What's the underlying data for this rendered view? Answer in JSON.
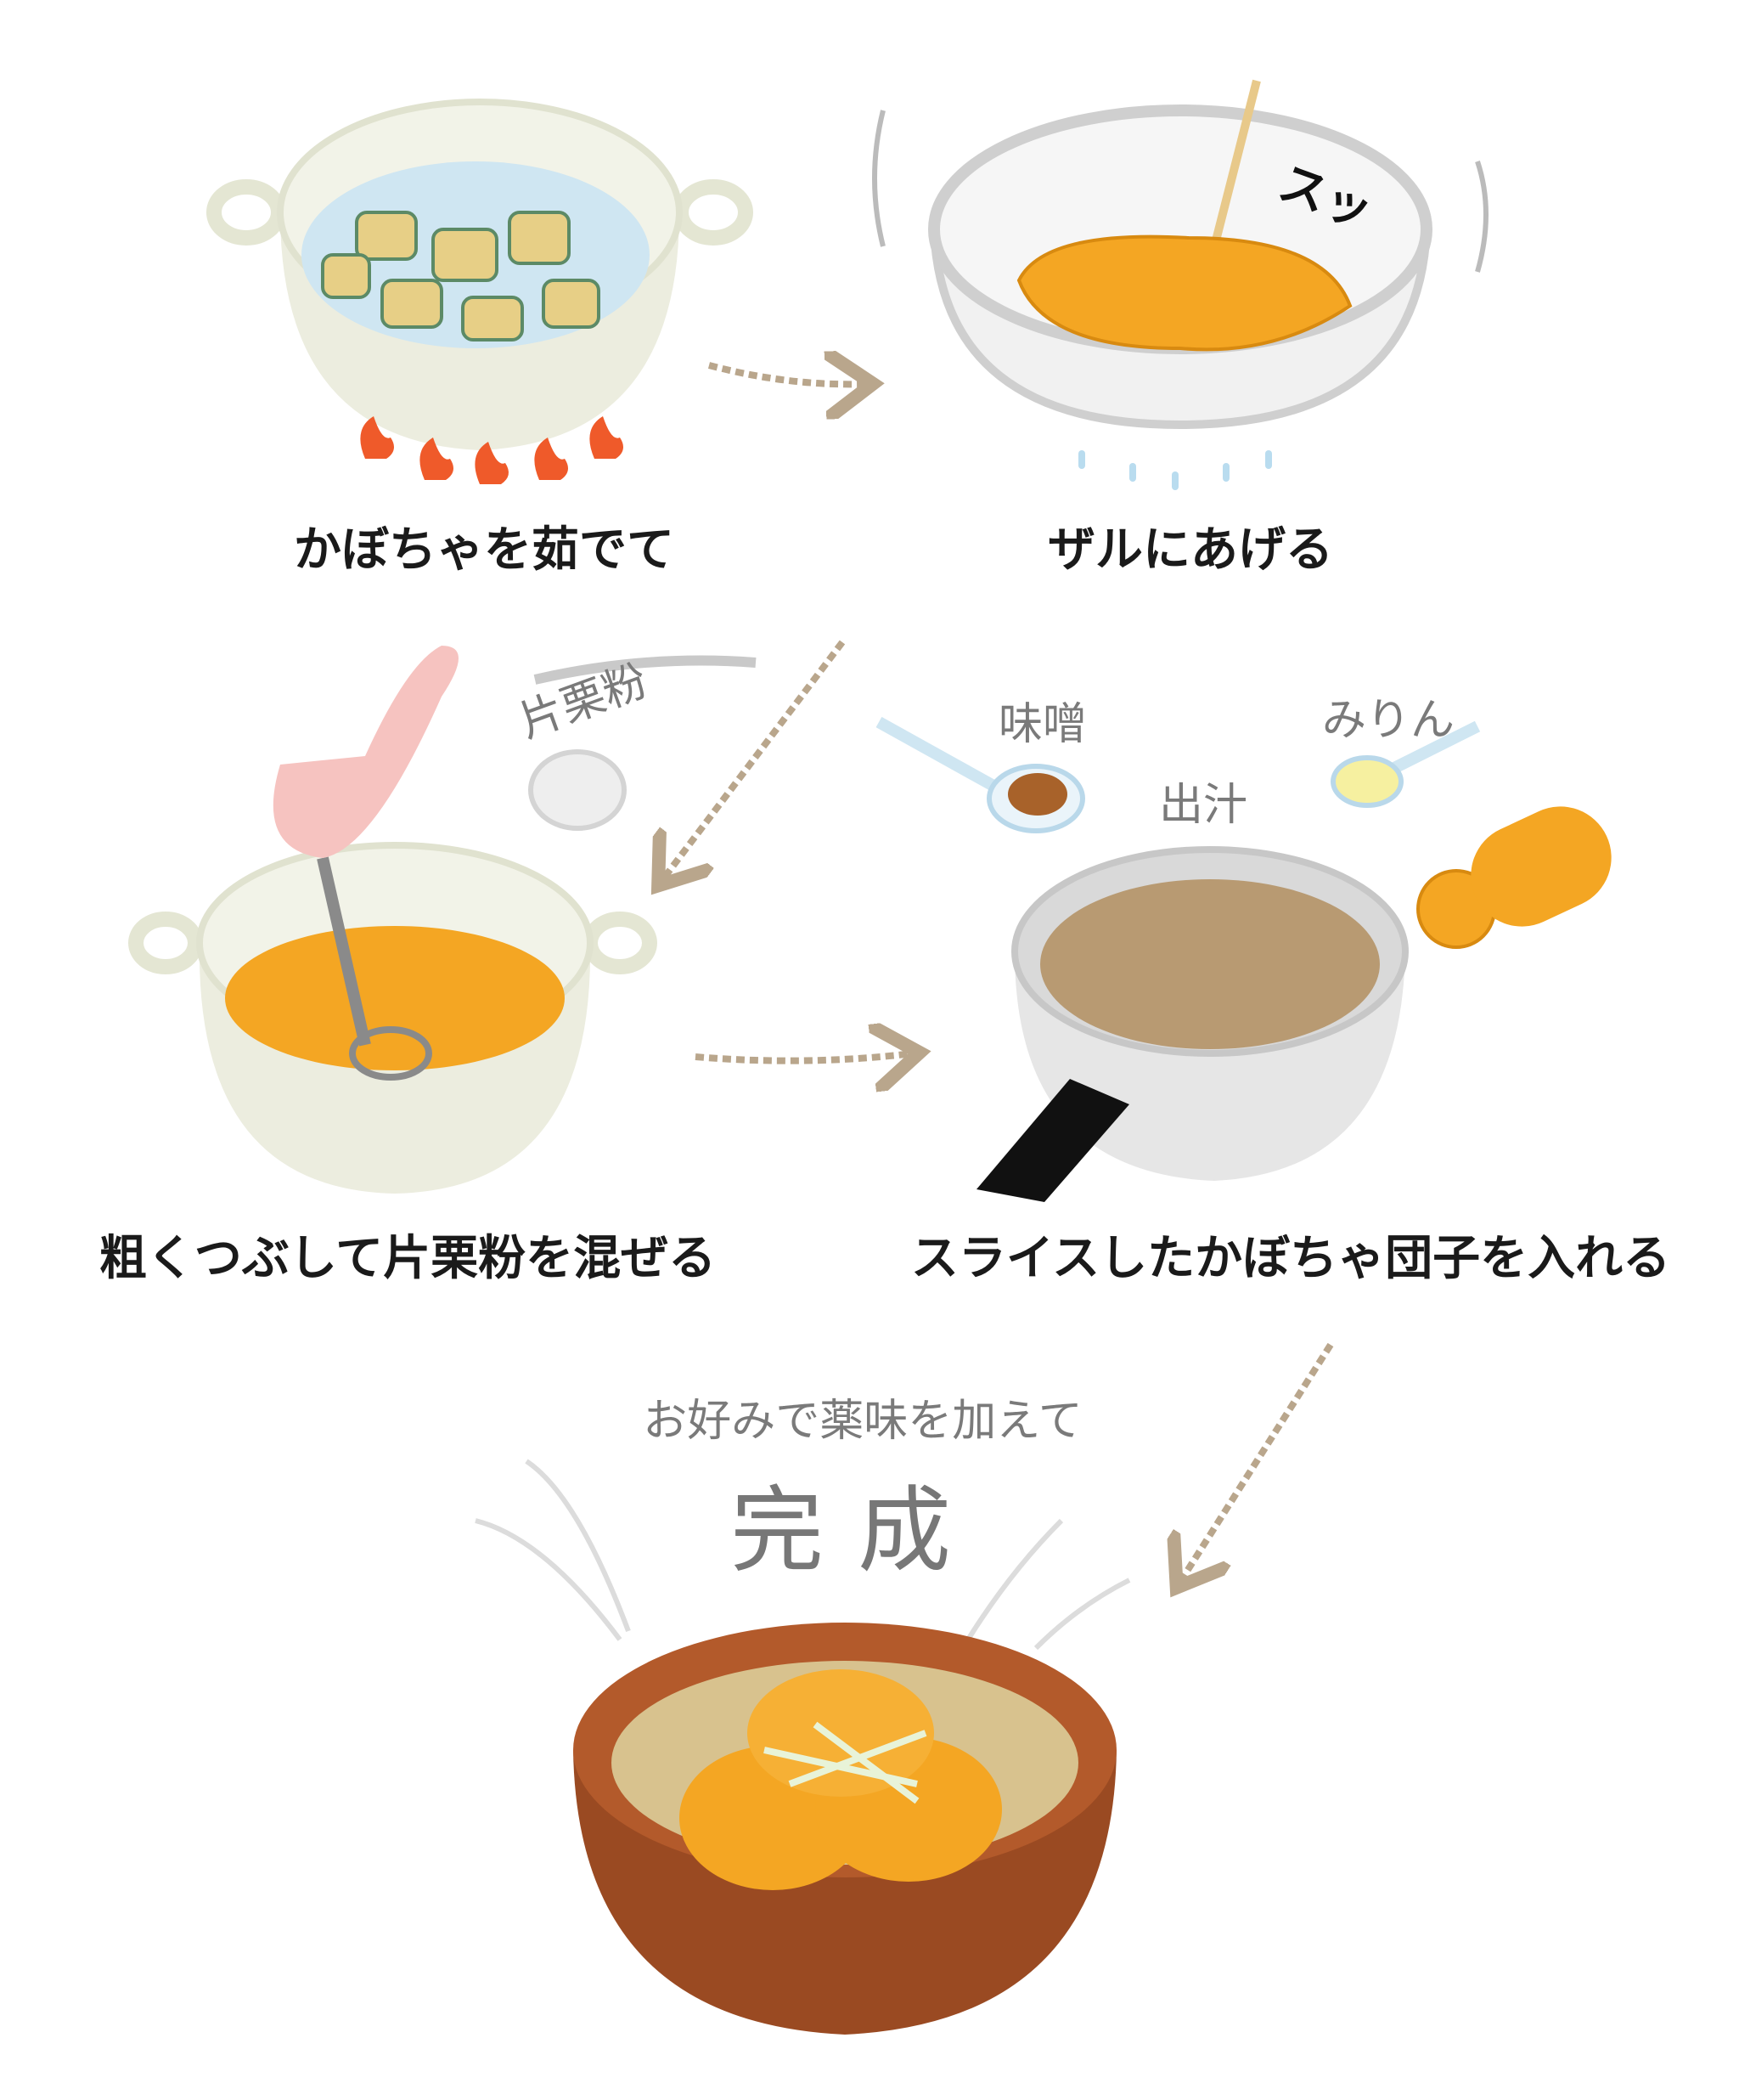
{
  "steps": [
    {
      "label": "かぼちゃを茹でて"
    },
    {
      "label": "ザルにあげる",
      "sound": "スッ"
    },
    {
      "label": "粗くつぶして片栗粉を混ぜる",
      "ingredient": "片栗粉"
    },
    {
      "label": "スライスしたかぼちゃ団子を入れる",
      "ingredients": [
        "味噌",
        "出汁",
        "みりん"
      ]
    }
  ],
  "finish": {
    "note": "お好みで薬味を加えて",
    "title": "完成"
  },
  "colors": {
    "pumpkin": "#f4a623",
    "pot": "#e8ead8",
    "water": "#cfe6f2",
    "broth": "#b89a72",
    "bowl": "#9a4a22",
    "arrow": "#b9a68c",
    "flame": "#ef5a2a"
  }
}
